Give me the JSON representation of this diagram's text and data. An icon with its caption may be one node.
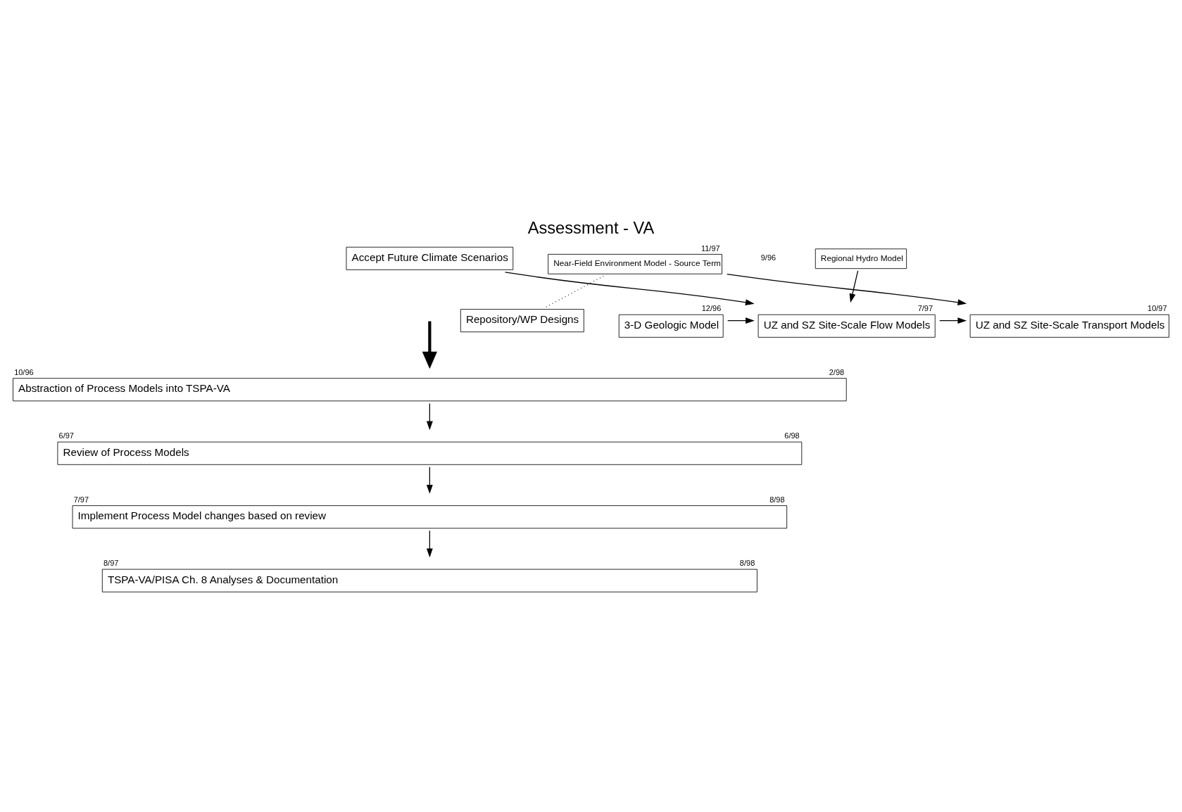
{
  "diagram": {
    "title": "Assessment - VA",
    "nodes": [
      {
        "text": [
          "Regional Hydro Model"
        ]
      },
      {
        "text": [
          "3-D Geologic Model"
        ],
        "beside": [
          "12/96"
        ]
      },
      {
        "text": [
          "UZ and SZ Site-Scale Flow Models"
        ],
        "beside": [
          "7/97"
        ]
      },
      {
        "text": [
          "UZ and SZ Site-Scale Transport Models"
        ],
        "beside": [
          "10/97"
        ]
      },
      {
        "text": [
          "Repository/WP Designs"
        ]
      },
      {
        "text": [
          "Accept Future Climate Scenarios"
        ]
      },
      {
        "text": [
          "Near-Field Environment Model - Source Term"
        ],
        "beside": [
          "11/97"
        ]
      },
      {
        "text": [
          "Abstraction of Process Models into TSPA-VA"
        ],
        "beside": [
          "10/96",
          "2/98"
        ]
      },
      {
        "text": [
          "Review of Process Models"
        ],
        "beside": [
          "6/97",
          "6/98"
        ]
      },
      {
        "text": [
          "Implement Process Model changes based on review"
        ],
        "beside": [
          "7/97",
          "8/98"
        ]
      },
      {
        "text": [
          "TSPA-VA/PISA Ch. 8 Analyses & Documentation"
        ],
        "beside": [
          "8/97",
          "8/98"
        ]
      }
    ],
    "edges": [
      {
        "from": 0,
        "to": 2,
        "arrow": "to"
      },
      {
        "from": 1,
        "to": 2,
        "arrow": "to"
      },
      {
        "from": 2,
        "to": 3,
        "arrow": "to"
      },
      {
        "from": 5,
        "to": 2,
        "arrow": "to"
      },
      {
        "from": 6,
        "to": 3,
        "arrow": "to"
      },
      {
        "from": 4,
        "to": 6,
        "arrow": "none",
        "style": "dashed"
      },
      {
        "from": null,
        "to": 7,
        "arrow": "to",
        "style": "thick"
      },
      {
        "from": 7,
        "to": 8,
        "arrow": "to"
      },
      {
        "from": 8,
        "to": 9,
        "arrow": "to"
      },
      {
        "from": 9,
        "to": 10,
        "arrow": "to"
      }
    ],
    "labels": [
      "9/96"
    ]
  }
}
